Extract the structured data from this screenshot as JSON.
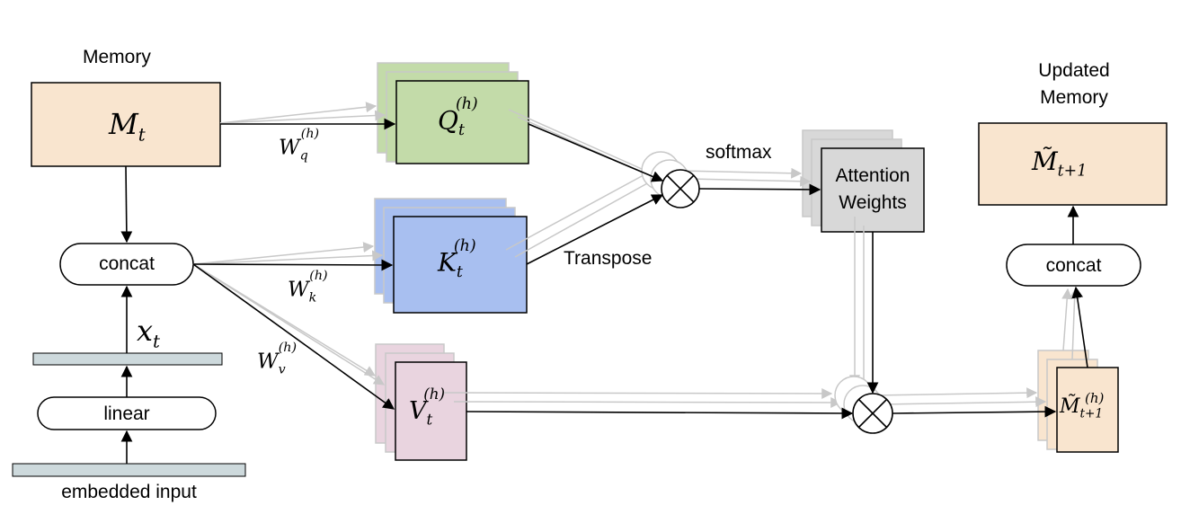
{
  "labels": {
    "memory": "Memory",
    "updated_memory_line1": "Updated",
    "updated_memory_line2": "Memory",
    "concat_left": "concat",
    "concat_right": "concat",
    "linear": "linear",
    "embedded_input": "embedded input",
    "softmax": "softmax",
    "transpose": "Transpose",
    "attention_line1": "Attention",
    "attention_line2": "Weights"
  },
  "math": {
    "memory_symbol": "M",
    "memory_sub": "t",
    "updated_symbol": "M̃",
    "updated_sub": "t+1",
    "query_symbol": "Q",
    "key_symbol": "K",
    "value_symbol": "V",
    "head_sup": "(h)",
    "t_sub": "t",
    "wq_symbol": "W",
    "wq_sub": "q",
    "wk_symbol": "W",
    "wk_sub": "k",
    "wv_symbol": "W",
    "wv_sub": "v",
    "x_symbol": "x",
    "x_sub": "t",
    "mhead_symbol": "M̃",
    "mhead_sub": "t+1"
  },
  "colors": {
    "memory_fill": "#f9e5cf",
    "query_fill": "#c3dba9",
    "key_fill": "#a8bff0",
    "value_fill": "#e9d4df",
    "attention_fill": "#d8d8d8",
    "bar_fill": "#cdd9dc",
    "ghost_stroke": "#c8c8c8",
    "stroke": "#000000"
  }
}
